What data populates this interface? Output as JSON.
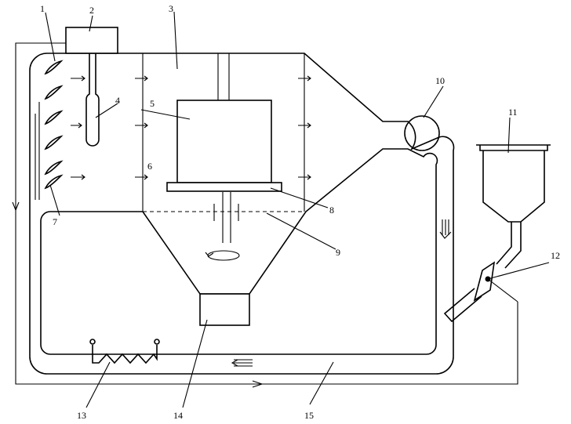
{
  "diagram": {
    "labels": [
      "1",
      "2",
      "3",
      "4",
      "5",
      "6",
      "7",
      "8",
      "9",
      "10",
      "11",
      "12",
      "13",
      "14",
      "15"
    ],
    "colors": {
      "stroke": "#000000",
      "background": "#ffffff"
    }
  }
}
